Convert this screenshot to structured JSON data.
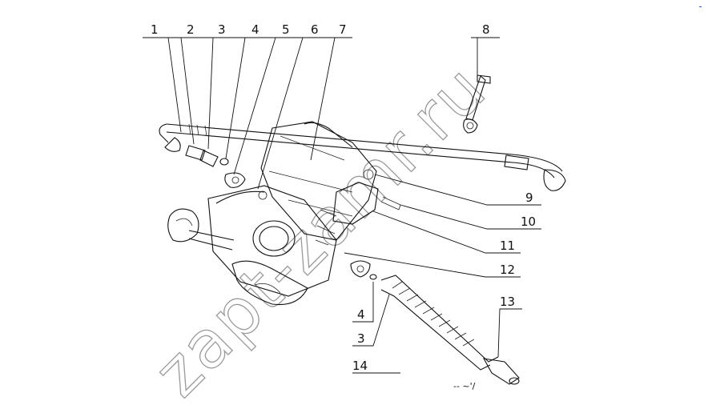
{
  "watermark": "zapt-zamr.ru",
  "callouts_top": [
    "1",
    "2",
    "3",
    "4",
    "5",
    "6",
    "7",
    "8"
  ],
  "callouts_right": [
    "9",
    "10",
    "11",
    "12",
    "13"
  ],
  "callouts_bottom_left": [
    "4",
    "3",
    "14"
  ],
  "stray_marks": "-- ~'/",
  "corner_mark": "⁃"
}
